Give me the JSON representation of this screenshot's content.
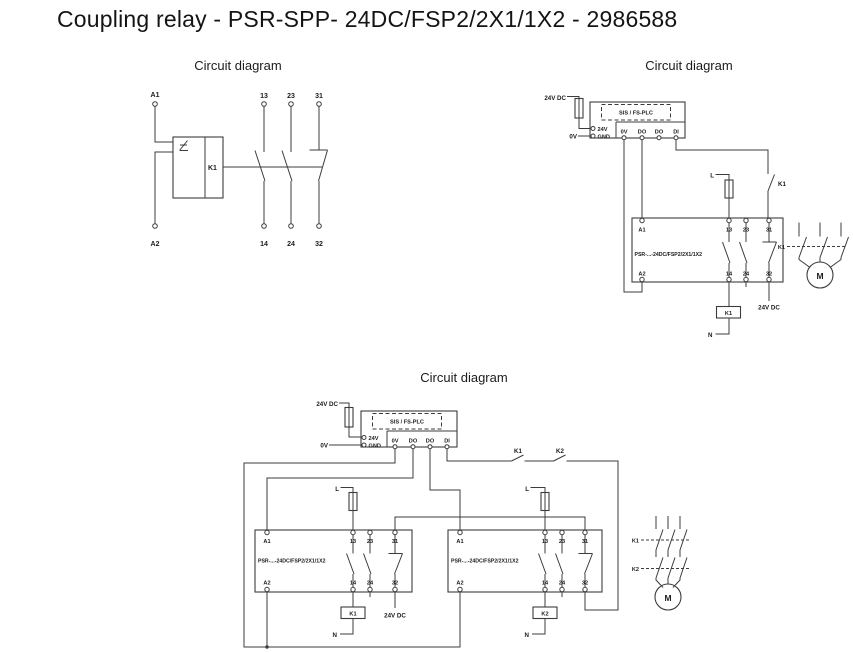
{
  "page": {
    "title": "Coupling relay - PSR-SPP- 24DC/FSP2/2X1/1X2 - 2986588"
  },
  "diagram_simple": {
    "heading": "Circuit diagram",
    "coil_label": "K1",
    "a1": "A1",
    "a2": "A2",
    "t13": "13",
    "t23": "23",
    "t31": "31",
    "t14": "14",
    "t24": "24",
    "t32": "32"
  },
  "diagram_single": {
    "heading": "Circuit diagram",
    "plc": {
      "supply": "24V DC",
      "zero_volt": "0V",
      "label": "SIS / FS-PLC",
      "term_24v": "24V",
      "term_gnd": "GND",
      "outputs": [
        "0V",
        "DO",
        "DO",
        "DI"
      ]
    },
    "line_fuse": "L",
    "feedback_contact": "K1",
    "relay": {
      "type": "PSR-...-24DC/FSP2/2X1/1X2",
      "a1": "A1",
      "a2": "A2",
      "t13": "13",
      "t23": "23",
      "t31": "31",
      "t14": "14",
      "t24": "24",
      "t32": "32"
    },
    "coil": {
      "label": "K1",
      "supply": "24V DC",
      "neutral": "N"
    },
    "motor": {
      "contactor": "K1",
      "label": "M"
    }
  },
  "diagram_dual": {
    "heading": "Circuit diagram",
    "plc": {
      "supply": "24V DC",
      "zero_volt": "0V",
      "label": "SIS / FS-PLC",
      "term_24v": "24V",
      "term_gnd": "GND",
      "outputs": [
        "0V",
        "DO",
        "DO",
        "DI"
      ]
    },
    "feedback_contact1": "K1",
    "feedback_contact2": "K2",
    "line_fuse1": "L",
    "line_fuse2": "L",
    "relay1": {
      "type": "PSR-...-24DC/FSP2/2X1/1X2",
      "a1": "A1",
      "a2": "A2",
      "t13": "13",
      "t23": "23",
      "t31": "31",
      "t14": "14",
      "t24": "24",
      "t32": "32"
    },
    "relay2": {
      "type": "PSR-...-24DC/FSP2/2X1/1X2",
      "a1": "A1",
      "a2": "A2",
      "t13": "13",
      "t23": "23",
      "t31": "31",
      "t14": "14",
      "t24": "24",
      "t32": "32"
    },
    "coil1": {
      "label": "K1",
      "supply": "24V DC",
      "neutral": "N"
    },
    "coil2": {
      "label": "K2",
      "neutral": "N"
    },
    "motor": {
      "contactor1": "K1",
      "contactor2": "K2",
      "label": "M"
    }
  }
}
